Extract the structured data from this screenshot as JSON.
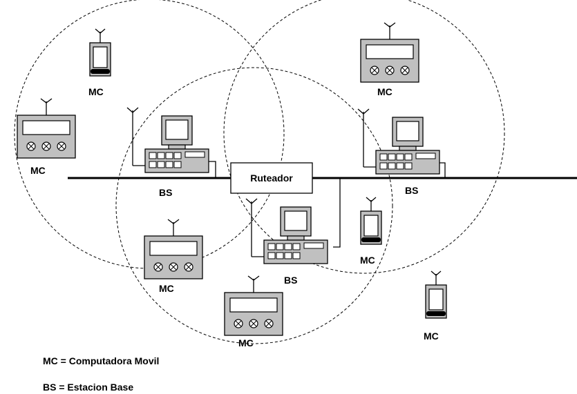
{
  "router": {
    "label": "Ruteador"
  },
  "labels": {
    "mc": "MC",
    "bs": "BS"
  },
  "legend": {
    "mc": "MC = Computadora Movil",
    "bs": "BS = Estacion Base"
  },
  "colors": {
    "device_fill": "#c0c0c0",
    "screen_fill": "#ffffff",
    "line": "#000000"
  }
}
